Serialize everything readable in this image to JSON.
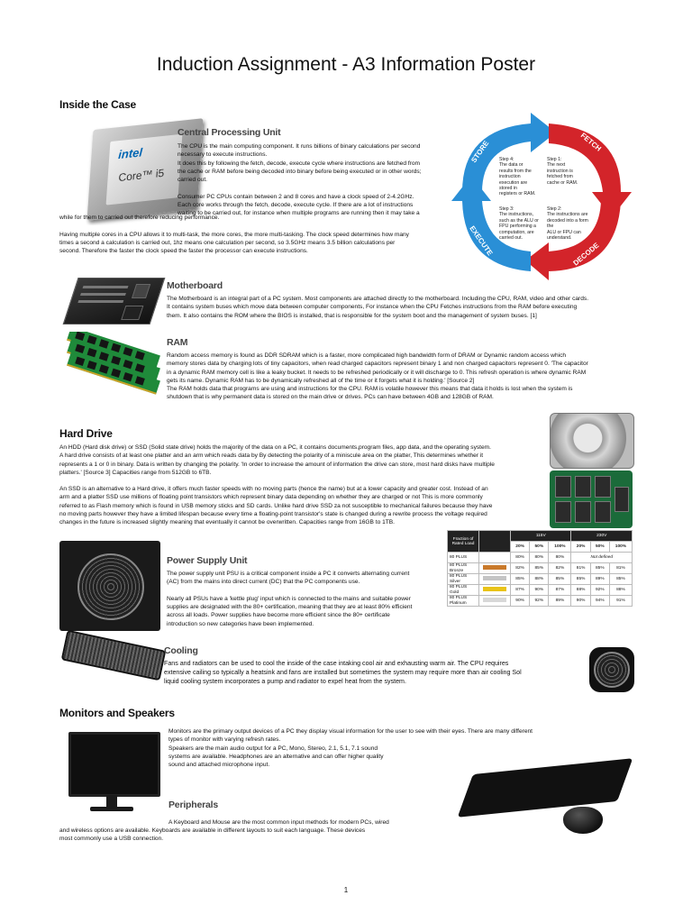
{
  "title": "Induction Assignment - A3 Information Poster",
  "page_number": "1",
  "inside_case": {
    "heading": "Inside the Case",
    "cpu": {
      "heading": "Central Processing Unit",
      "logo_text": "intel",
      "model_text": "Core™ i5",
      "text_a": "The CPU is the main computing component. It runs billions of binary calculations per second\nnecessary to execute instructions.\nIt does this by following the fetch, decode, execute cycle where instructions are fetched from\nthe cache or RAM before being decoded into binary before being executed or in other words;\ncarried out.\n\nConsumer PC CPUs contain between 2 and 8 cores and have a clock speed of 2-4.2GHz.\nEach core works through the fetch, decode, execute cycle. If there are a lot of instructions\nwaiting to be carried out, for instance when multiple programs are running then it may take a",
      "text_b": "while for them to carried out therefore reducing performance.\n\nHaving multiple cores in a CPU allows it to multi-task, the more cores, the more multi-tasking. The clock speed determines how many\ntimes a second a calculation is carried out, 1hz means one calculation per second, so 3.5GHz means 3.5 billion calculations per\nsecond. Therefore the faster the clock speed the faster the processor can execute instructions."
    },
    "cycle": {
      "store": "STORE",
      "fetch": "FETCH",
      "decode": "DECODE",
      "execute": "EXECUTE",
      "step4": "Step 4:\nThe data or\nresults from the\ninstruction\nexecution are\nstored in\nregisters or RAM.",
      "step1": "Step 1:\nThe next\ninstruction is\nfetched from\ncache or RAM.",
      "step3": "Step 3:\nThe instructions,\nsuch as the ALU or\nFPU performing a\ncomputation, are\ncarried out.",
      "step2": "Step 2:\nThe instructions are\ndecoded into a form the\nALU or FPU can\nunderstand."
    },
    "motherboard": {
      "heading": "Motherboard",
      "text": "The Motherboard is an integral part of a PC system. Most components are attached directly to the motherboard. Including the CPU, RAM, video and other cards.\nIt contains system buses which move data between computer components, For instance when the CPU Fetches instructions from the RAM before executing\nthem. It also contains the ROM where the BIOS is installed, that is responsible for the system boot and the management of system buses. [1]"
    },
    "ram": {
      "heading": "RAM",
      "text": "Random access memory is found as DDR SDRAM which is a faster, more complicated high bandwidth form of DRAM or Dynamic random access which\nmemory stores data by charging lots of tiny capacitors, when read charged capacitors represent binary 1 and non charged capacitors represent 0. 'The capacitor\nin a dynamic RAM memory cell is like a leaky bucket. It needs to be refreshed periodically or it will discharge to 0. This refresh operation is where dynamic RAM\ngets its name. Dynamic RAM has to be dynamically refreshed all of the time or it forgets what it is holding.' [Source 2]\nThe RAM holds data that programs are using and instructions for the CPU. RAM is volatile however this means that data it holds is lost when the system is\nshutdown that is why permanent data is stored on the main drive or drives. PCs can have between 4GB and 128GB of RAM."
    }
  },
  "hard_drive": {
    "heading": "Hard Drive",
    "text_a": "An HDD (Hard disk drive) or SSD (Solid state drive) holds the majority of the data on a PC, it contains documents,program files, app data, and the operating system.\nA hard drive consists of at least one platter and an arm which reads data by By detecting the polarity of a miniscule area on the platter, This determines whether it\nrepresents a 1 or 0 in binary. Data is written by changing the polarity. 'In order to increase the amount of information the drive can store, most hard disks have multiple\nplatters.' [Source 3]  Capacities range from 512GB to 6TB.",
    "text_b": "An SSD is an alternative to a Hard drive, it offers much faster speeds with no moving parts (hence the name) but at a lower capacity and greater cost. Instead of an\narm and a platter SSD use millions of floating point transistors which represent binary data depending on whether they are charged or not This is more commonly\nreferred to as Flash memory which is found in USB memory sticks and SD cards. Unlike hard drive SSD za not susceptible to mechanical failures because they have\nno moving parts however they have a limited lifespan because every time a floating-point transistor's state is changed during a rewrite process the voltage required\nchanges in the future is increased slightly meaning that eventually it cannot be overwritten. Capacities range from 16GB to 1TB."
  },
  "psu": {
    "heading": "Power Supply Unit",
    "text": "The power supply unit PSU is a critical component inside a PC it converts alternating current\n(AC) from the mains into direct current (DC) that the PC components use.\n\nNearly all PSUs have a 'kettle plug' input which is connected to the mains and suitable power\nsupplies are designated with the 80+ certification, meaning that they are at least 80% efficient\nacross all loads. Power supplies have become more efficient since the 80+ certificate\nintroduction so new categories have been implemented."
  },
  "efficiency_table": {
    "corner": "Fraction of Rated Load",
    "group1": "115V",
    "group2": "230V",
    "sub": [
      "20%",
      "50%",
      "100%",
      "20%",
      "50%",
      "100%"
    ],
    "rows": [
      {
        "name": "80 PLUS",
        "color": "",
        "cells": [
          "80%",
          "80%",
          "80%"
        ],
        "note": "Not defined"
      },
      {
        "name": "80 PLUS\nBronze",
        "color": "#c9792a",
        "cells": [
          "82%",
          "85%",
          "82%",
          "81%",
          "85%",
          "81%"
        ]
      },
      {
        "name": "80 PLUS\nSilver",
        "color": "#c4c4c4",
        "cells": [
          "85%",
          "88%",
          "85%",
          "85%",
          "89%",
          "85%"
        ]
      },
      {
        "name": "80 PLUS\nGold",
        "color": "#e9c318",
        "cells": [
          "87%",
          "90%",
          "87%",
          "88%",
          "92%",
          "88%"
        ]
      },
      {
        "name": "80 PLUS\nPlatinum",
        "color": "#d8d8d8",
        "cells": [
          "90%",
          "92%",
          "89%",
          "90%",
          "94%",
          "91%"
        ]
      }
    ]
  },
  "cooling": {
    "heading": "Cooling",
    "text": "Fans and radiators can be used to cool the inside of the case intaking cool air and exhausting warm air. The CPU requires\nextensive cailing so typically a heatsink and fans are installed but sometimes the system may require more than air cooling Sol\nliquid cooling system incorporates a pump and radiator to expel heat from the system."
  },
  "monitors": {
    "heading": "Monitors and Speakers",
    "text": "Monitors are the primary output devices of a PC they display visual information for the user to see with their eyes. There are many different\ntypes of monitor with varying refresh rates.\nSpeakers are the main audio output for a PC, Mono, Stereo, 2.1, 5.1, 7.1 sound\nsystems are available. Headphones are an alternative and can offer higher quality\nsound and attached microphone input."
  },
  "peripherals": {
    "heading": "Peripherals",
    "text_a": "A Keyboard and Mouse are the most common input methods for modern PCs, wired",
    "text_b": "and wireless options are available. Keyboards are available in different layouts to suit each language. These devices\nmost commonly use a USB connection."
  },
  "colors": {
    "cycle_blue": "#2a8fd6",
    "cycle_red": "#d3242a"
  }
}
